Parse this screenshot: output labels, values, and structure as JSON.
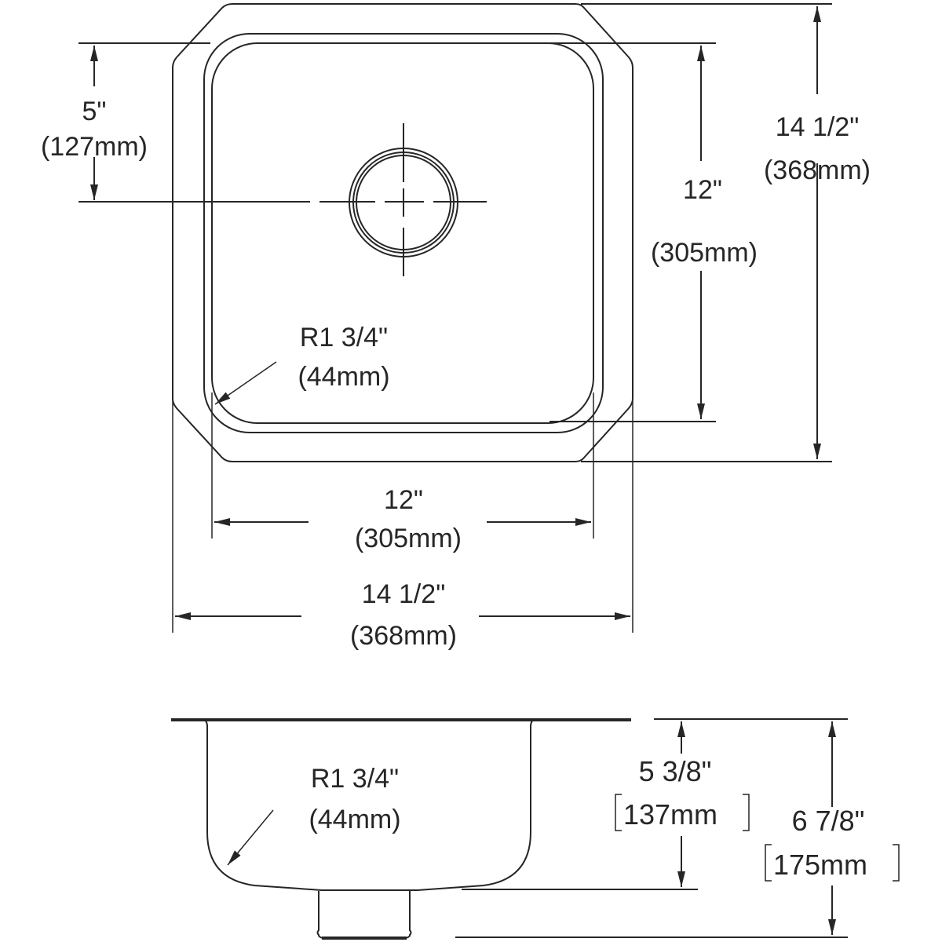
{
  "title": "Undermount sink dimension drawing",
  "colors": {
    "line": "#262626",
    "background": "#ffffff"
  },
  "top_view": {
    "dim_drain_offset": {
      "imperial": "5\"",
      "metric": "(127mm)"
    },
    "dim_outer_depth": {
      "imperial": "14 1/2\"",
      "metric": "(368mm)"
    },
    "dim_bowl_depth": {
      "imperial": "12\"",
      "metric": "(305mm)"
    },
    "dim_corner_radius": {
      "imperial": "R1 3/4\"",
      "metric": "(44mm)"
    },
    "dim_bowl_width": {
      "imperial": "12\"",
      "metric": "(305mm)"
    },
    "dim_outer_width": {
      "imperial": "14 1/2\"",
      "metric": "(368mm)"
    }
  },
  "side_view": {
    "dim_corner_radius": {
      "imperial": "R1 3/4\"",
      "metric": "(44mm)"
    },
    "dim_bowl_height": {
      "imperial": "5 3/8\"",
      "metric": "137mm"
    },
    "dim_overall_height": {
      "imperial": "6 7/8\"",
      "metric": "175mm"
    }
  }
}
